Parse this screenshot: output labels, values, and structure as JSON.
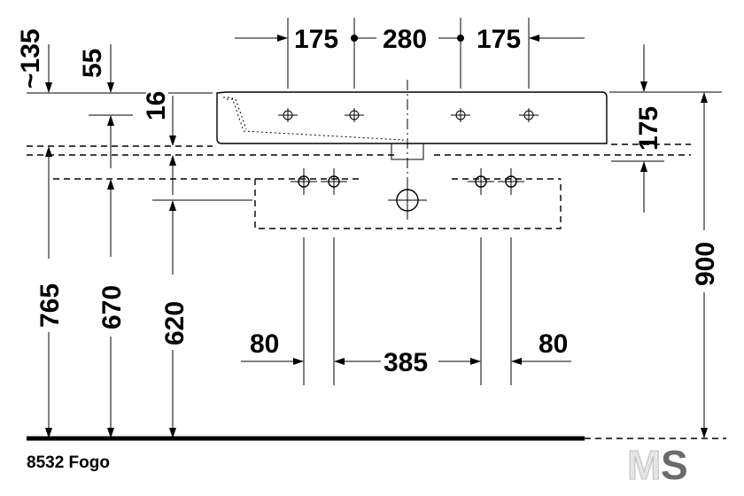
{
  "drawing": {
    "product_label": "8532 Fogo",
    "logo": {
      "left": "M",
      "right": "S"
    },
    "dimensions": {
      "top_left_spacing": "175",
      "top_center_spacing": "280",
      "top_right_spacing": "175",
      "overflow_depth": "~135",
      "rim_offset": "55",
      "rim_thickness": "16",
      "basin_height": "175",
      "total_height": "900",
      "height_765": "765",
      "height_670": "670",
      "height_620": "620",
      "leg_left_width": "80",
      "leg_spacing": "385",
      "leg_right_width": "80"
    },
    "colors": {
      "line": "#000000",
      "logo_dark": "#6b6b6b",
      "logo_light": "#e6e6e6"
    }
  }
}
